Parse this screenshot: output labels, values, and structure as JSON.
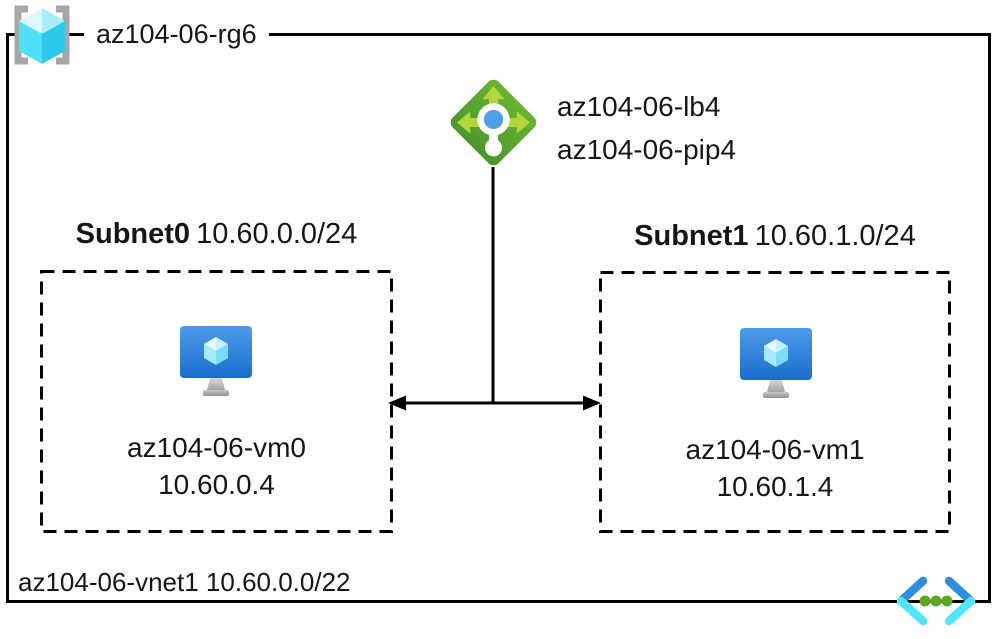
{
  "resource_group": {
    "name": "az104-06-rg6"
  },
  "load_balancer": {
    "name": "az104-06-lb4",
    "public_ip": "az104-06-pip4"
  },
  "subnets": [
    {
      "name": "Subnet0",
      "cidr": "10.60.0.0/24",
      "vm_name": "az104-06-vm0",
      "vm_ip": "10.60.0.4"
    },
    {
      "name": "Subnet1",
      "cidr": "10.60.1.0/24",
      "vm_name": "az104-06-vm1",
      "vm_ip": "10.60.1.4"
    }
  ],
  "vnet": {
    "name": "az104-06-vnet1",
    "cidr": "10.60.0.0/22"
  },
  "icons": {
    "resource_group": "resource-group-icon",
    "load_balancer": "load-balancer-icon",
    "virtual_machine": "vm-icon",
    "virtual_network": "virtual-network-icon"
  },
  "colors": {
    "line": "#000000",
    "lb_green": "#55A432",
    "lb_arrow_green": "#B5D63A",
    "lb_dot_blue": "#4C9FE8",
    "bracket_gray": "#A6A6A6",
    "cube_cyan": "#50E6FF",
    "vm_blue_top": "#4D9BEB",
    "vm_blue_bottom": "#1A6DCB",
    "vnet_chevron_blue": "#2E8DE0",
    "vnet_chevron_cyan": "#50E6FF",
    "vnet_dot_green": "#5DA71E"
  }
}
